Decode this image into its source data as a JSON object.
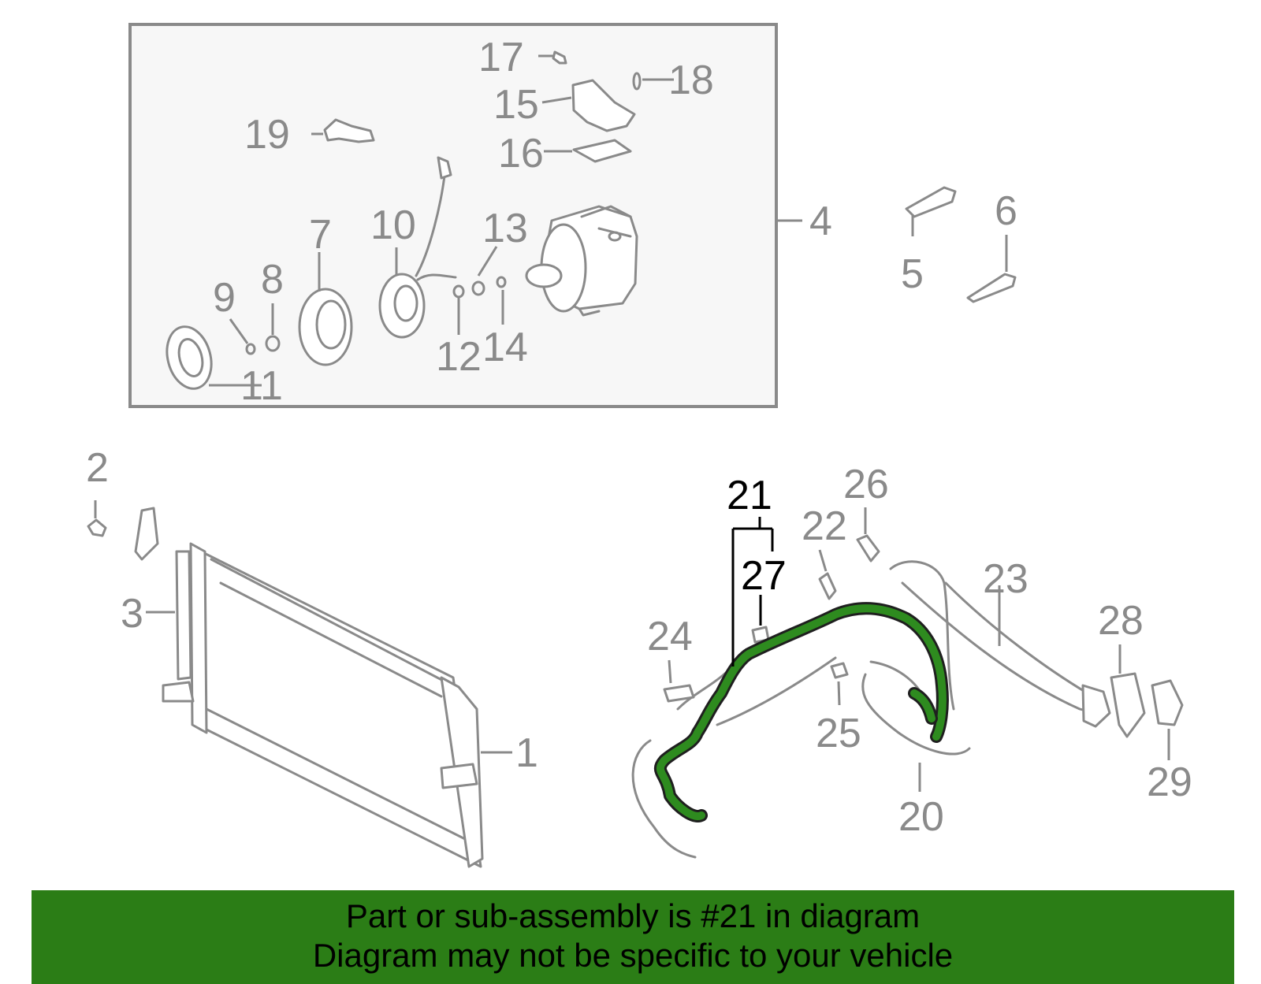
{
  "diagram": {
    "callouts": {
      "c1": "1",
      "c2": "2",
      "c3": "3",
      "c4": "4",
      "c5": "5",
      "c6": "6",
      "c7": "7",
      "c8": "8",
      "c9": "9",
      "c10": "10",
      "c11": "11",
      "c12": "12",
      "c13": "13",
      "c14": "14",
      "c15": "15",
      "c16": "16",
      "c17": "17",
      "c18": "18",
      "c19": "19",
      "c20": "20",
      "c21": "21",
      "c22": "22",
      "c23": "23",
      "c24": "24",
      "c25": "25",
      "c26": "26",
      "c27": "27",
      "c28": "28",
      "c29": "29"
    },
    "highlight_color": "#2e8b1f",
    "callout_color": "#8a8a8a"
  },
  "banner": {
    "line1": "Part or sub-assembly is #21 in diagram",
    "line2": "Diagram may not be specific to your vehicle",
    "color": "#2b7d16"
  }
}
